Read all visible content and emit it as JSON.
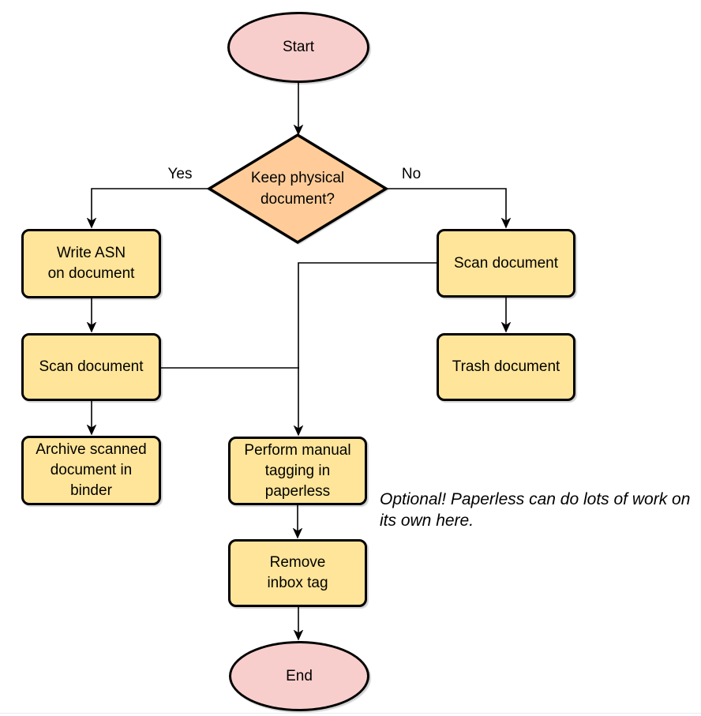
{
  "diagram": {
    "type": "flowchart",
    "background": "#ffffff",
    "colors": {
      "terminal_fill": "#f8cecc",
      "decision_fill": "#ffcc99",
      "process_fill": "#ffe599",
      "stroke": "#000000",
      "text": "#000000",
      "background": "#ffffff",
      "bottom_rule": "#ececec"
    },
    "nodes": {
      "start": {
        "type": "terminal",
        "label": "Start"
      },
      "decision": {
        "type": "decision",
        "label": "Keep physical\ndocument?"
      },
      "write_asn": {
        "type": "process",
        "label": "Write ASN\non document"
      },
      "scan_left": {
        "type": "process",
        "label": "Scan document"
      },
      "archive": {
        "type": "process",
        "label": "Archive scanned\ndocument in\nbinder"
      },
      "scan_right": {
        "type": "process",
        "label": "Scan document"
      },
      "trash": {
        "type": "process",
        "label": "Trash document"
      },
      "tagging": {
        "type": "process",
        "label": "Perform manual\ntagging in\npaperless"
      },
      "remove_inbox": {
        "type": "process",
        "label": "Remove\ninbox tag"
      },
      "end": {
        "type": "terminal",
        "label": "End"
      }
    },
    "edge_labels": {
      "yes": "Yes",
      "no": "No"
    },
    "annotation": "Optional! Paperless can do lots of work on\nits own here."
  }
}
